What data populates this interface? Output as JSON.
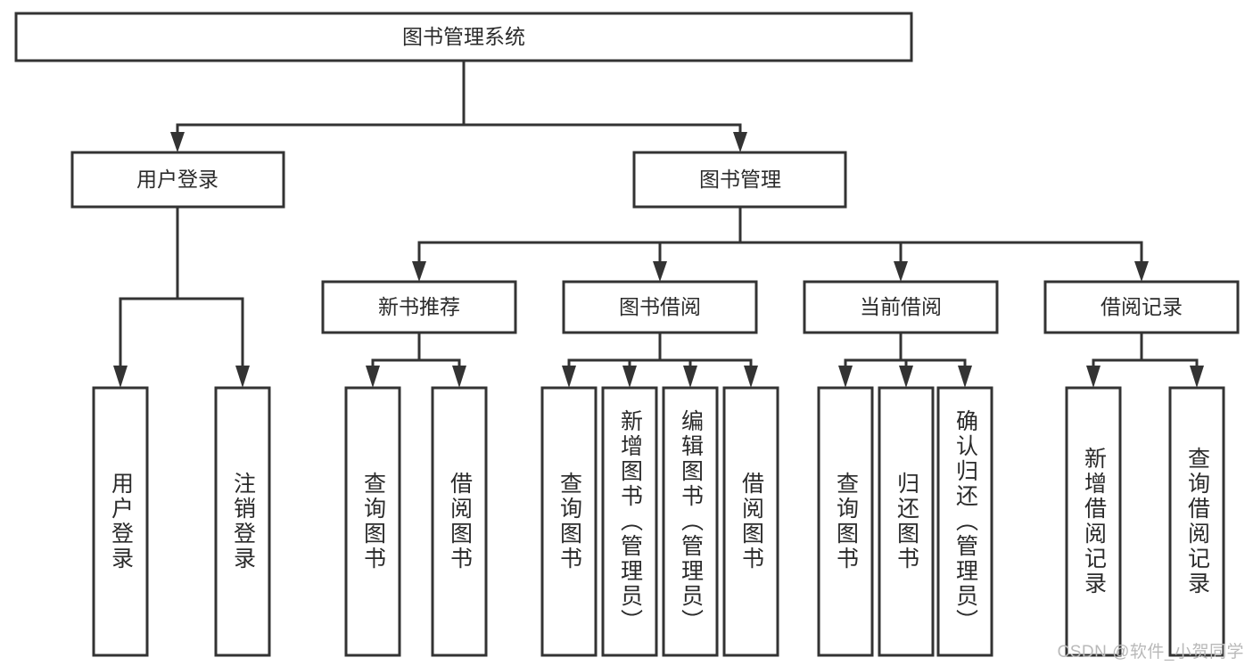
{
  "diagram": {
    "type": "tree-hierarchy-chart",
    "title": "图书管理系统",
    "orientation": "top-down",
    "colors": {
      "box_fill": "#ffffff",
      "box_stroke": "#333333",
      "text": "#2b2b2b",
      "background": "#ffffff",
      "watermark": "#b9b9b9"
    },
    "root": {
      "label": "图书管理系统"
    },
    "level2": [
      {
        "label": "用户登录"
      },
      {
        "label": "图书管理"
      }
    ],
    "level3": [
      {
        "label": "新书推荐"
      },
      {
        "label": "图书借阅"
      },
      {
        "label": "当前借阅"
      },
      {
        "label": "借阅记录"
      }
    ],
    "leaves": {
      "user_login": [
        {
          "label": "用户登录"
        },
        {
          "label": "注销登录"
        }
      ],
      "new_book_recommend": [
        {
          "label": "查询图书"
        },
        {
          "label": "借阅图书"
        }
      ],
      "book_borrow": [
        {
          "label": "查询图书"
        },
        {
          "label": "新增图书（管理员）"
        },
        {
          "label": "编辑图书（管理员）"
        },
        {
          "label": "借阅图书"
        }
      ],
      "current_borrow": [
        {
          "label": "查询图书"
        },
        {
          "label": "归还图书"
        },
        {
          "label": "确认归还（管理员）"
        }
      ],
      "borrow_record": [
        {
          "label": "新增借阅记录"
        },
        {
          "label": "查询借阅记录"
        }
      ]
    },
    "watermark": "CSDN @软件_小贺同学"
  }
}
